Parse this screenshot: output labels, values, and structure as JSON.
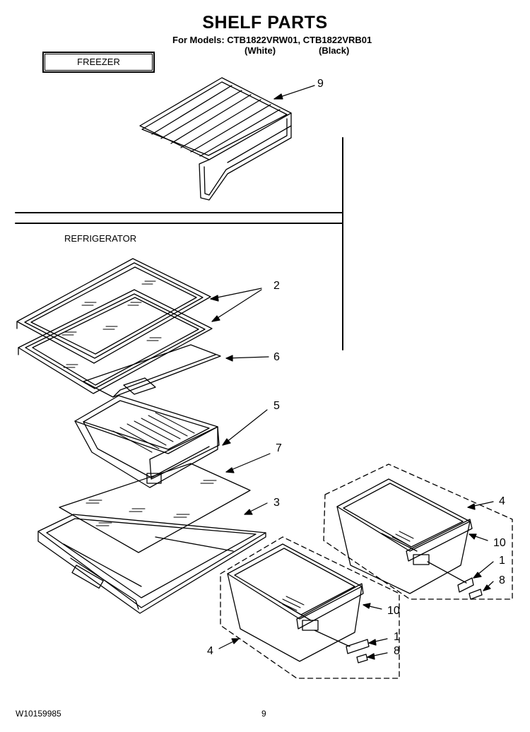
{
  "header": {
    "title": "SHELF PARTS",
    "models_line": "For Models: CTB1822VRW01, CTB1822VRB01",
    "variant_white": "(White)",
    "variant_black": "(Black)"
  },
  "sections": {
    "freezer": "FREEZER",
    "refrigerator": "REFRIGERATOR"
  },
  "callouts": {
    "freezer_shelf": "9",
    "glass_shelves": "2",
    "shelf_frame": "6",
    "upper_drawer": "5",
    "drawer_cover_glass": "7",
    "crisper_frame": "3",
    "crisper_right": "4",
    "crisper_right_handle": "10",
    "crisper_right_slide": "1",
    "crisper_right_clip": "8",
    "crisper_left_handle": "10",
    "crisper_left_slide": "1",
    "crisper_left_clip": "8",
    "crisper_left": "4"
  },
  "footer": {
    "document_number": "W10159985",
    "page_number": "9"
  }
}
